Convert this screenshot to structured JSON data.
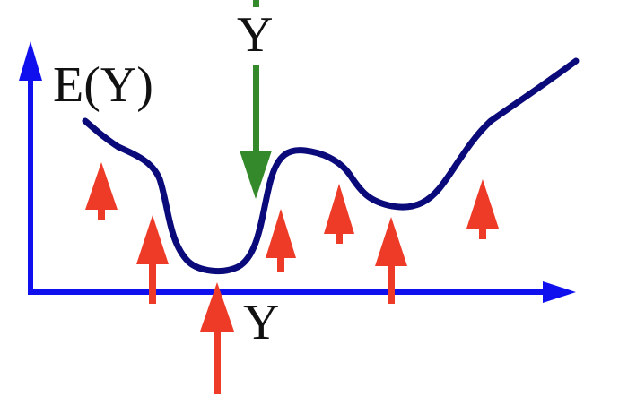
{
  "diagram": {
    "y_axis_label": "E(Y)",
    "x_axis_label": "Y",
    "top_label": "Y"
  },
  "colors": {
    "axes": "#1010ee",
    "curve": "#0a0a7a",
    "up_arrows": "#ee3b28",
    "down_arrow": "#348a2a",
    "text": "#111111"
  },
  "icons": {
    "down_arrow": "green-down-arrow-icon",
    "up_arrows": "red-up-arrow-icon"
  }
}
